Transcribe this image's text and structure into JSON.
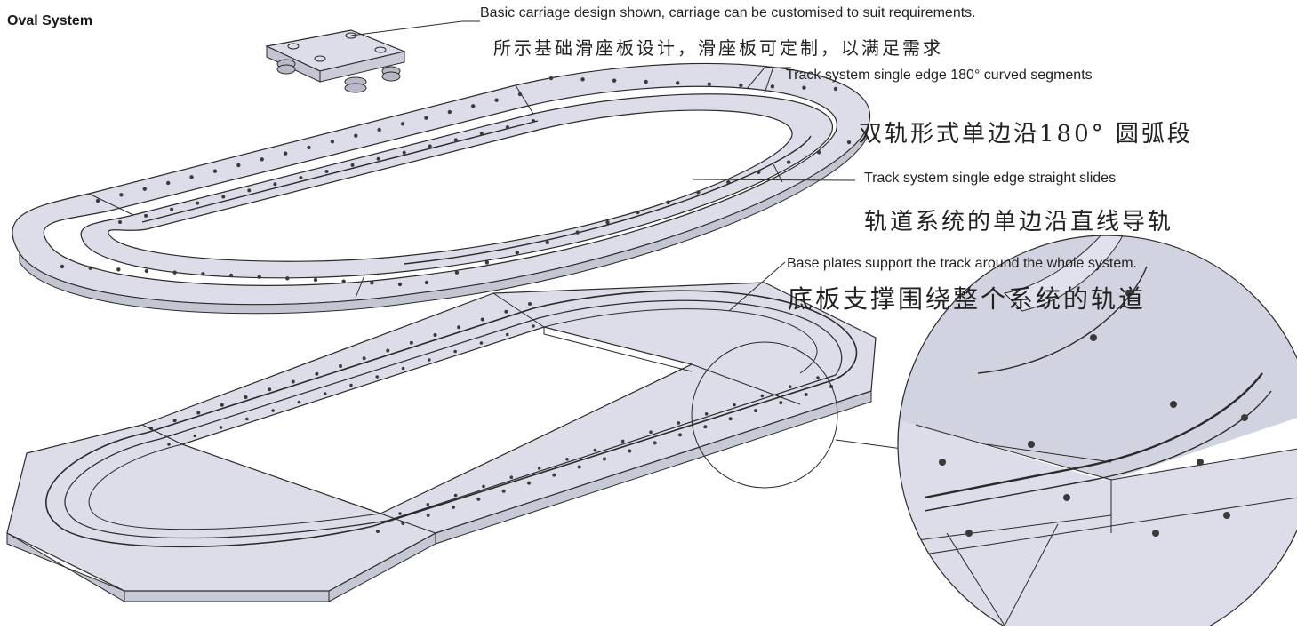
{
  "title": "Oval System",
  "callouts": {
    "carriage": {
      "en": "Basic carriage design shown, carriage can be customised to suit requirements.",
      "zh": "所示基础滑座板设计，滑座板可定制，以满足需求"
    },
    "curved": {
      "en": "Track system single edge 180° curved segments",
      "zh": "双轨形式单边沿180° 圆弧段"
    },
    "straight": {
      "en": "Track system single edge straight slides",
      "zh": "轨道系统的单边沿直线导轨"
    },
    "baseplate": {
      "en": "Base plates support the track around the whole system.",
      "zh": "底板支撑围绕整个系统的轨道"
    }
  },
  "colors": {
    "plate_fill": "#dcdde8",
    "plate_edge": "#c4c5d2",
    "line": "#2a2a2a",
    "hole": "#3a3a3a"
  }
}
